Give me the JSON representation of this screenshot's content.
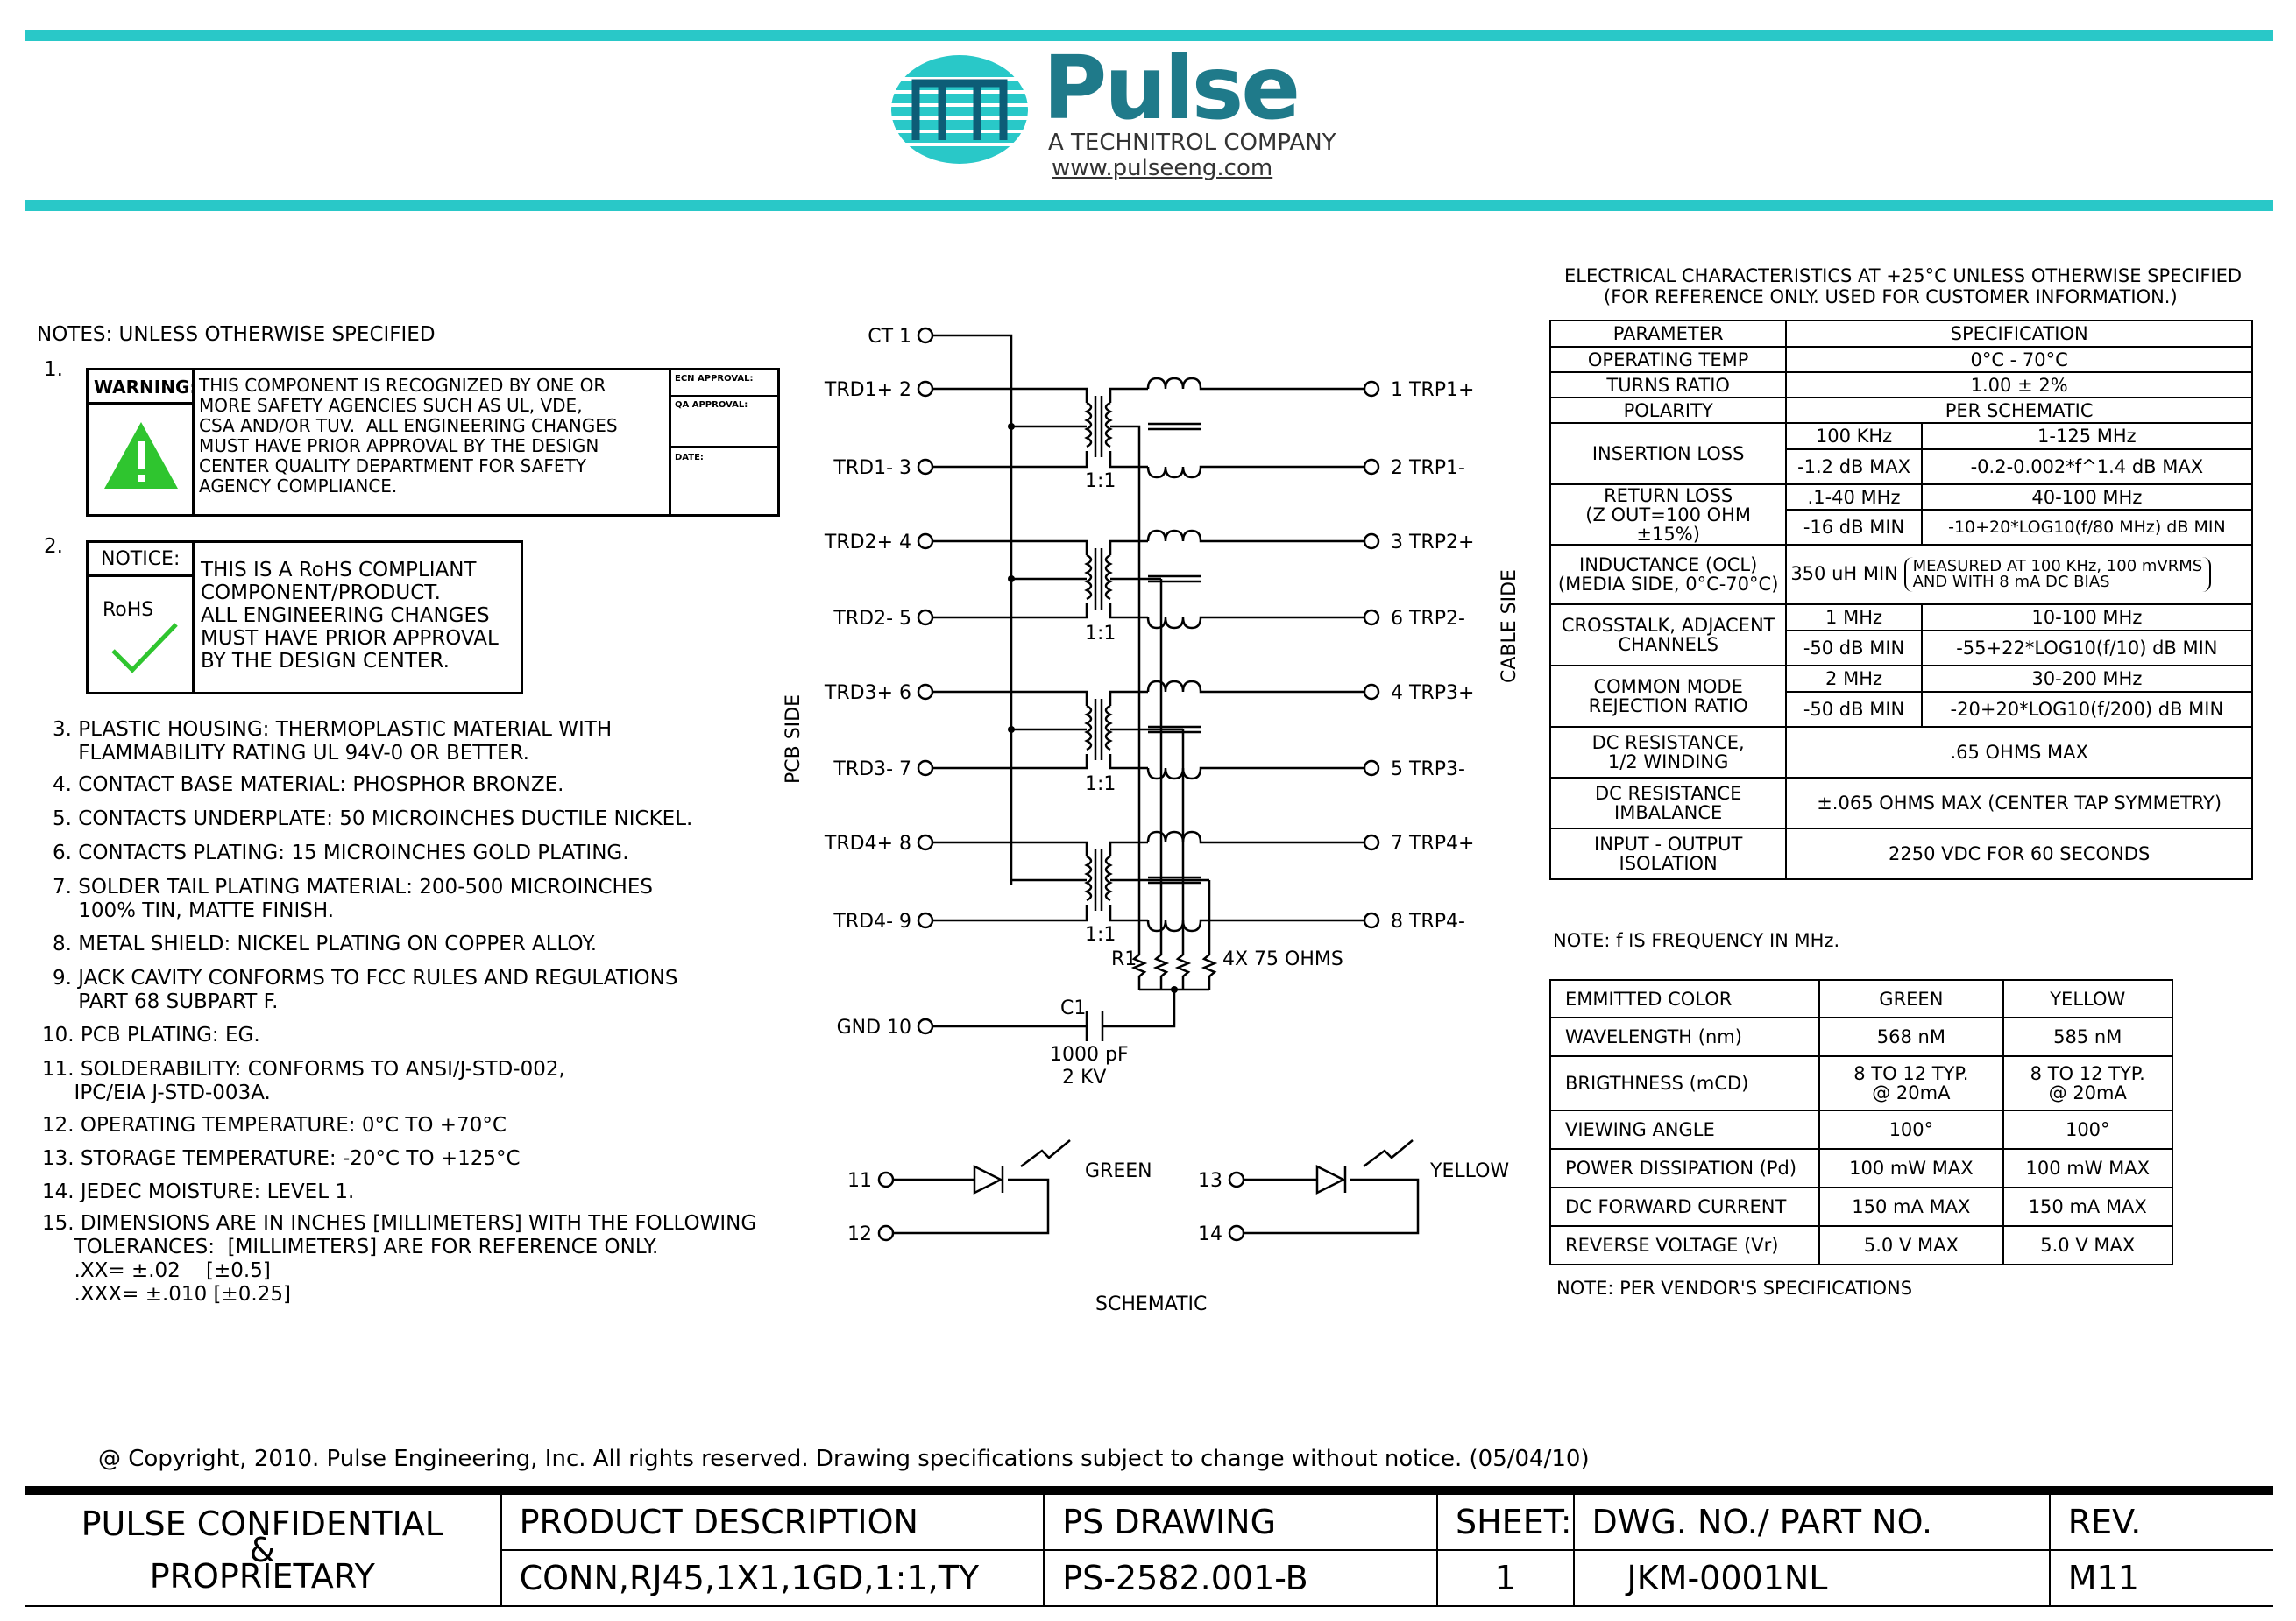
{
  "header": {
    "logo_name": "Pulse",
    "logo_subtitle": "A TECHNITROL COMPANY",
    "logo_url": "www.pulseeng.com",
    "accent_color": "#29c8c8"
  },
  "notes": {
    "title": "NOTES: UNLESS OTHERWISE SPECIFIED",
    "n1": "1.",
    "warning_label": "WARNING:",
    "warning_text": "THIS COMPONENT IS RECOGNIZED BY ONE OR\nMORE SAFETY AGENCIES SUCH AS UL, VDE,\nCSA AND/OR TUV.  ALL ENGINEERING CHANGES\nMUST HAVE PRIOR APPROVAL BY THE DESIGN\nCENTER QUALITY DEPARTMENT FOR SAFETY\nAGENCY COMPLIANCE.",
    "ecn_approval": "ECN APPROVAL:",
    "qa_approval": "QA APPROVAL:",
    "date": "DATE:",
    "n2": "2.",
    "notice_label": "NOTICE:",
    "rohs_label": "RoHS",
    "notice_text": "THIS IS A RoHS COMPLIANT\nCOMPONENT/PRODUCT.\nALL ENGINEERING CHANGES\nMUST HAVE PRIOR APPROVAL\nBY THE DESIGN CENTER.",
    "items": [
      "3. PLASTIC HOUSING: THERMOPLASTIC MATERIAL WITH\n    FLAMMABILITY RATING UL 94V-0 OR BETTER.",
      "4. CONTACT BASE MATERIAL: PHOSPHOR BRONZE.",
      "5. CONTACTS UNDERPLATE: 50 MICROINCHES DUCTILE NICKEL.",
      "6. CONTACTS PLATING: 15 MICROINCHES GOLD PLATING.",
      "7. SOLDER TAIL PLATING MATERIAL: 200-500 MICROINCHES\n    100% TIN, MATTE FINISH.",
      "8. METAL SHIELD: NICKEL PLATING ON COPPER ALLOY.",
      "9. JACK CAVITY CONFORMS TO FCC RULES AND REGULATIONS\n    PART 68 SUBPART F.",
      "10. PCB PLATING: EG.",
      "11. SOLDERABILITY: CONFORMS TO ANSI/J-STD-002,\n     IPC/EIA J-STD-003A.",
      "12. OPERATING TEMPERATURE: 0°C TO +70°C",
      "13. STORAGE TEMPERATURE: -20°C TO +125°C",
      "14. JEDEC MOISTURE: LEVEL 1.",
      "15. DIMENSIONS ARE IN INCHES [MILLIMETERS] WITH THE FOLLOWING\n     TOLERANCES:  [MILLIMETERS] ARE FOR REFERENCE ONLY.\n     .XX= ±.02    [±0.5]\n     .XXX= ±.010 [±0.25]"
    ]
  },
  "schematic": {
    "left_pins": [
      "CT 1",
      "TRD1+ 2",
      "TRD1- 3",
      "TRD2+ 4",
      "TRD2- 5",
      "TRD3+ 6",
      "TRD3- 7",
      "TRD4+ 8",
      "TRD4- 9",
      "GND 10"
    ],
    "right_pins": [
      "1 TRP1+",
      "2 TRP1-",
      "3 TRP2+",
      "6 TRP2-",
      "4 TRP3+",
      "5 TRP3-",
      "7 TRP4+",
      "8 TRP4-"
    ],
    "ratio_label": "1:1",
    "pcb_side": "PCB SIDE",
    "cable_side": "CABLE SIDE",
    "r1_label": "R1",
    "resistor_label": "4X 75 OHMS",
    "cap_label": "C1",
    "cap_value": "1000 pF",
    "cap_voltage": "2 KV",
    "led_pins": [
      "11",
      "12",
      "13",
      "14"
    ],
    "led_green": "GREEN",
    "led_yellow": "YELLOW",
    "title": "SCHEMATIC"
  },
  "electrical": {
    "title1": "ELECTRICAL CHARACTERISTICS AT +25°C UNLESS OTHERWISE SPECIFIED",
    "title2": "(FOR REFERENCE ONLY. USED FOR CUSTOMER INFORMATION.)",
    "h_param": "PARAMETER",
    "h_spec": "SPECIFICATION",
    "op_temp": "OPERATING TEMP",
    "op_temp_v": "0°C - 70°C",
    "turns": "TURNS RATIO",
    "turns_v": "1.00 ± 2%",
    "polarity": "POLARITY",
    "polarity_v": "PER SCHEMATIC",
    "il": "INSERTION LOSS",
    "il_f1": "100 KHz",
    "il_f2": "1-125 MHz",
    "il_v1": "-1.2 dB MAX",
    "il_v2": "-0.2-0.002*f^1.4 dB MAX",
    "rl": "RETURN LOSS",
    "rl2": "(Z OUT=100 OHM ±15%)",
    "rl_f1": ".1-40 MHz",
    "rl_f2": "40-100 MHz",
    "rl_v1": "-16 dB MIN",
    "rl_v2": "-10+20*LOG10(f/80 MHz) dB MIN",
    "ind": "INDUCTANCE (OCL)",
    "ind2": "(MEDIA SIDE, 0°C-70°C)",
    "ind_v": "350 uH MIN",
    "ind_v2": "MEASURED AT 100 KHz, 100 mVRMS",
    "ind_v3": "AND WITH 8 mA DC BIAS",
    "xt": "CROSSTALK, ADJACENT",
    "xt2": "CHANNELS",
    "xt_f1": "1 MHz",
    "xt_f2": "10-100 MHz",
    "xt_v1": "-50 dB MIN",
    "xt_v2": "-55+22*LOG10(f/10) dB MIN",
    "cm": "COMMON MODE",
    "cm2": "REJECTION RATIO",
    "cm_f1": "2 MHz",
    "cm_f2": "30-200 MHz",
    "cm_v1": "-50 dB MIN",
    "cm_v2": "-20+20*LOG10(f/200) dB MIN",
    "dcr": "DC RESISTANCE,",
    "dcr2": "1/2 WINDING",
    "dcr_v": ".65 OHMS MAX",
    "dcri": "DC RESISTANCE",
    "dcri2": "IMBALANCE",
    "dcri_v": "±.065 OHMS MAX (CENTER TAP SYMMETRY)",
    "iso": "INPUT - OUTPUT",
    "iso2": "ISOLATION",
    "iso_v": "2250 VDC FOR 60 SECONDS",
    "note": "NOTE: f IS FREQUENCY IN MHz."
  },
  "led_table": {
    "headers": [
      "EMMITTED COLOR",
      "GREEN",
      "YELLOW"
    ],
    "rows": [
      [
        "WAVELENGTH (nm)",
        "568 nM",
        "585 nM"
      ],
      [
        "BRIGTHNESS (mCD)",
        "8 TO 12 TYP.\n@ 20mA",
        "8 TO 12 TYP.\n@ 20mA"
      ],
      [
        "VIEWING ANGLE",
        "100°",
        "100°"
      ],
      [
        "POWER DISSIPATION (Pd)",
        "100 mW MAX",
        "100 mW MAX"
      ],
      [
        "DC FORWARD CURRENT",
        "150 mA MAX",
        "150 mA MAX"
      ],
      [
        "REVERSE VOLTAGE (Vr)",
        "5.0 V MAX",
        "5.0 V MAX"
      ]
    ],
    "note": "NOTE: PER VENDOR'S SPECIFICATIONS"
  },
  "footer": {
    "copyright": "@ Copyright, 2010. Pulse Engineering, Inc. All rights reserved. Drawing specifications subject to change without notice. (05/04/10)",
    "confidential1": "PULSE CONFIDENTIAL",
    "confidential2": "&",
    "confidential3": "PROPRIETARY",
    "h_desc": "PRODUCT DESCRIPTION",
    "h_drawing": "PS DRAWING",
    "h_sheet": "SHEET:",
    "h_dwg": "DWG. NO./ PART NO.",
    "h_rev": "REV.",
    "desc": "CONN,RJ45,1X1,1GD,1:1,TY",
    "drawing": "PS-2582.001-B",
    "sheet": "1",
    "dwg": "JKM-0001NL",
    "rev": "M11"
  }
}
